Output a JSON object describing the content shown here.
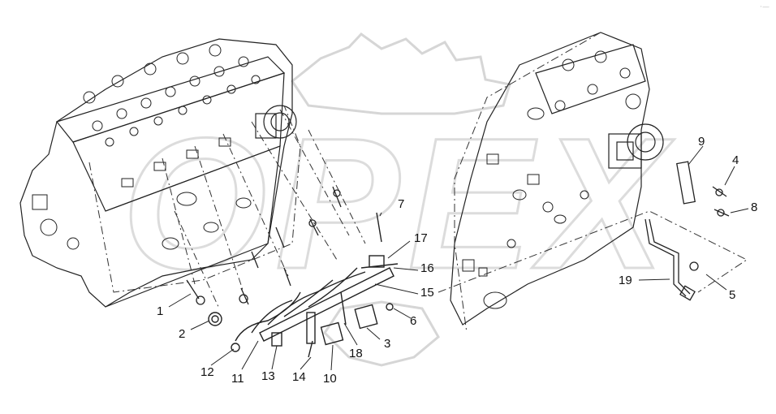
{
  "diagram": {
    "watermark": "OPEX",
    "corner_mark": "·—",
    "callouts": [
      {
        "id": "1",
        "label": "1"
      },
      {
        "id": "2",
        "label": "2"
      },
      {
        "id": "3",
        "label": "3"
      },
      {
        "id": "4",
        "label": "4"
      },
      {
        "id": "5",
        "label": "5"
      },
      {
        "id": "6",
        "label": "6"
      },
      {
        "id": "7",
        "label": "7"
      },
      {
        "id": "8",
        "label": "8"
      },
      {
        "id": "9",
        "label": "9"
      },
      {
        "id": "10",
        "label": "10"
      },
      {
        "id": "11",
        "label": "11"
      },
      {
        "id": "12",
        "label": "12"
      },
      {
        "id": "13",
        "label": "13"
      },
      {
        "id": "14",
        "label": "14"
      },
      {
        "id": "15",
        "label": "15"
      },
      {
        "id": "16",
        "label": "16"
      },
      {
        "id": "17",
        "label": "17"
      },
      {
        "id": "18",
        "label": "18"
      },
      {
        "id": "19",
        "label": "19"
      }
    ]
  }
}
